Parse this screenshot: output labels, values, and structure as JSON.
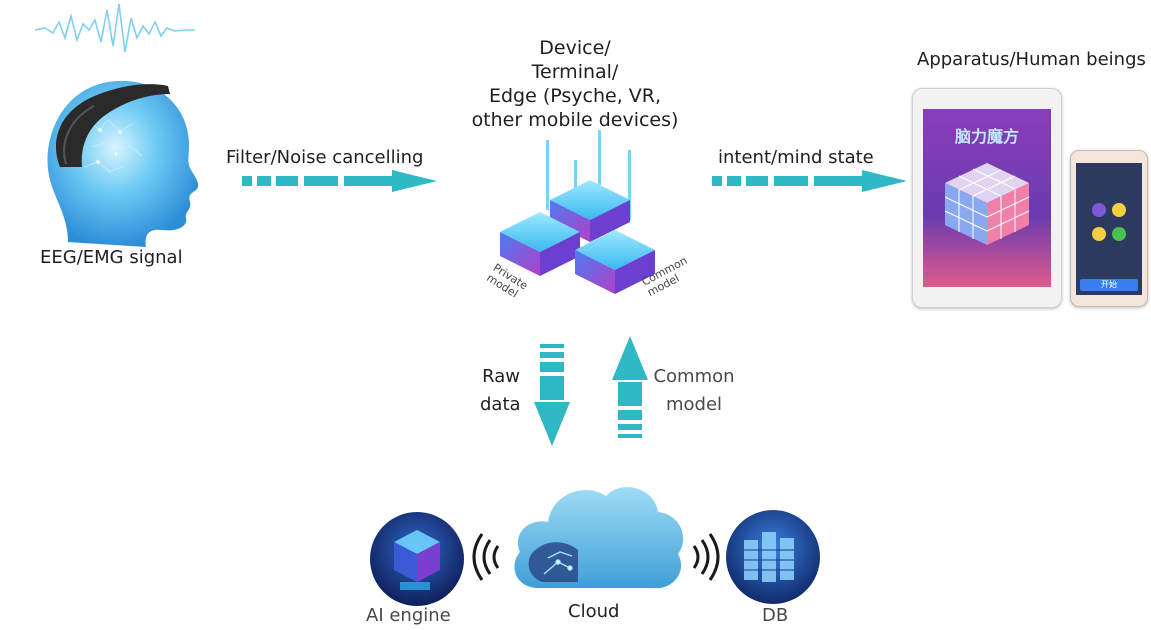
{
  "labels": {
    "eeg_signal": "EEG/EMG signal",
    "filter": "Filter/Noise cancelling",
    "device_lines": [
      "Device/",
      "Terminal/",
      "Edge (Psyche, VR,",
      "other mobile devices)"
    ],
    "apparatus": "Apparatus/Human beings",
    "intent": "intent/mind state",
    "private_model": [
      "Private",
      "model"
    ],
    "common_model_3d": [
      "Common",
      "model"
    ],
    "raw_data": [
      "Raw",
      "data"
    ],
    "common_model": [
      "Common",
      "model"
    ],
    "ai_engine": "AI engine",
    "cloud": "Cloud",
    "db": "DB",
    "tablet_title": "脑力魔方",
    "phone_button": "开始"
  },
  "colors": {
    "arrow_teal": "#2fb9c4",
    "head_blue": "#49b7f0",
    "headband": "#2a2a2a",
    "cloud_blue": "#5ab8e4",
    "circle_navy": "#1a2f7a",
    "tablet_purple": "#6a3bb0"
  },
  "icons": [
    "waveform-icon",
    "head-icon",
    "headband-icon",
    "tablet-icon",
    "phone-icon",
    "cloud-icon",
    "ai-engine-icon",
    "database-icon",
    "wireless-signal-icon"
  ]
}
